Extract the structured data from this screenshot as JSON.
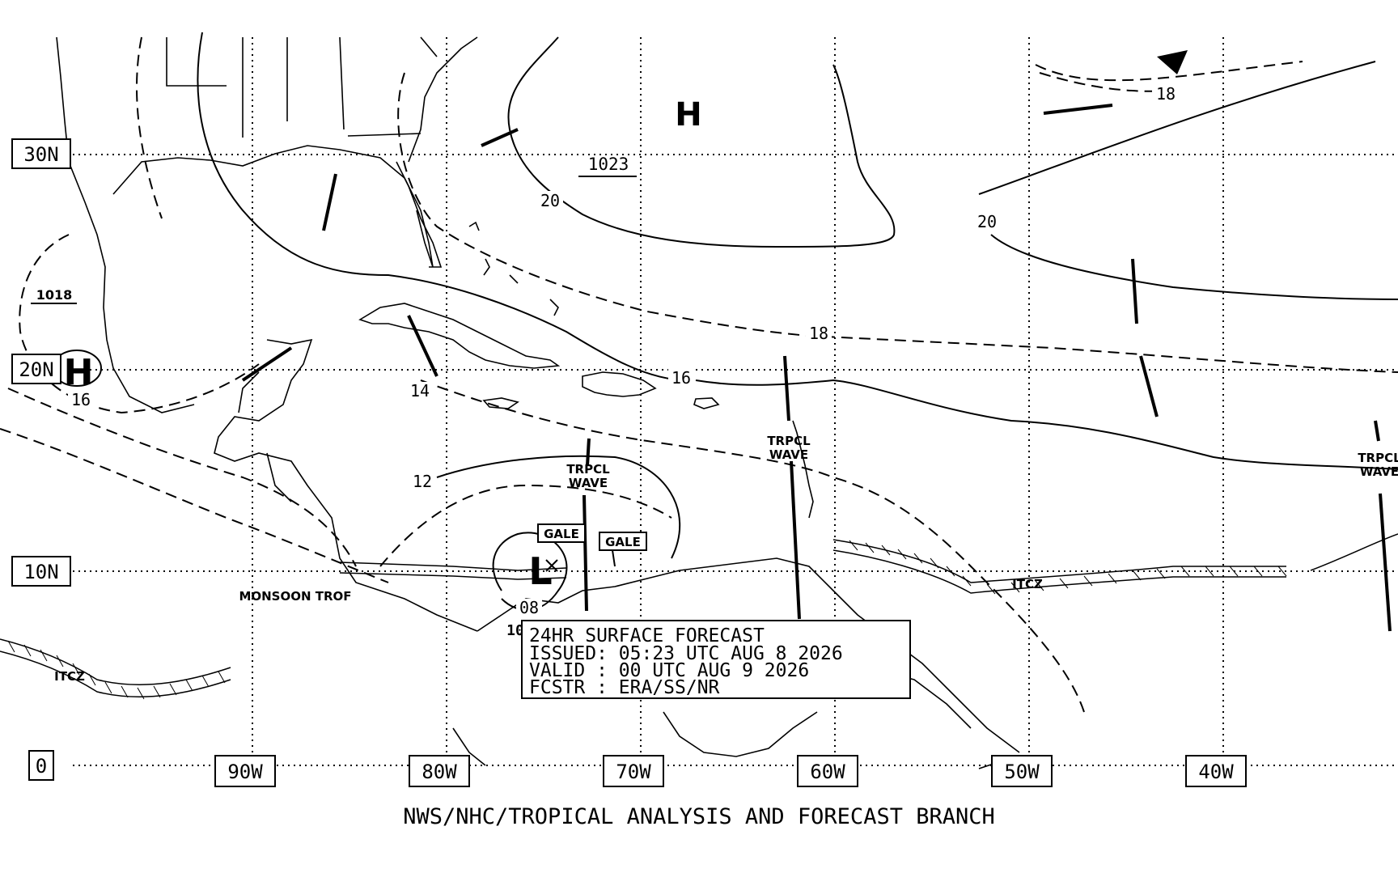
{
  "chart": {
    "footer": "NWS/NHC/TROPICAL ANALYSIS AND FORECAST BRANCH",
    "info_box": {
      "line1": "24HR SURFACE FORECAST",
      "line2": "ISSUED: 05:23 UTC AUG 8 2026",
      "line3": "VALID : 00 UTC AUG 9 2026",
      "line4": "FCSTR : ERA/SS/NR"
    }
  },
  "grid": {
    "lat_labels": [
      "30N",
      "20N",
      "10N",
      "0"
    ],
    "lon_labels": [
      "90W",
      "80W",
      "70W",
      "60W",
      "50W",
      "40W"
    ]
  },
  "pressure_centers": {
    "high_gulf": {
      "symbol": "H",
      "pressure": "1018"
    },
    "high_atlantic": {
      "symbol": "H",
      "pressure": "1023"
    },
    "low_caribbean": {
      "symbol": "L",
      "pressure": "10"
    }
  },
  "isobar_labels": {
    "a": "20",
    "b": "18",
    "c": "20",
    "d": "18",
    "e": "16",
    "f": "16",
    "g": "14",
    "h": "12",
    "i": "08"
  },
  "warnings": {
    "gale1": "GALE",
    "gale2": "GALE"
  },
  "features": {
    "wave1_line1": "TRPCL",
    "wave1_line2": "WAVE",
    "wave2_line1": "TRPCL",
    "wave2_line2": "WAVE",
    "wave3_line1": "TRPCL",
    "wave3_line2": "WAVE",
    "monsoon": "MONSOON TROF",
    "itcz_east": "ITCZ",
    "itcz_west": "ITCZ"
  },
  "colors": {
    "ink": "#000000",
    "paper": "#ffffff"
  }
}
